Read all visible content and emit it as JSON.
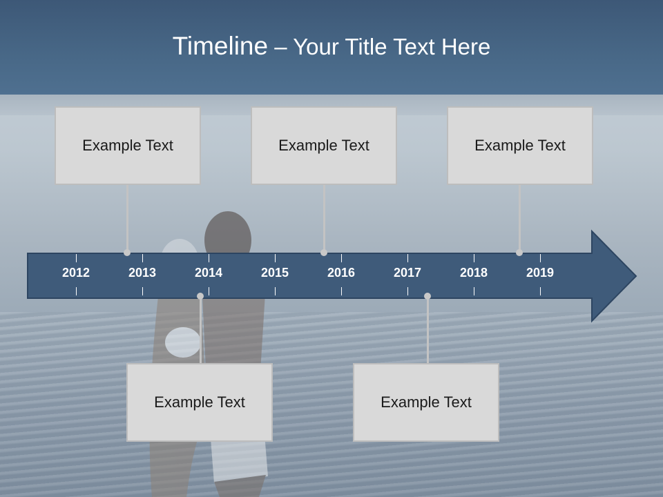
{
  "header": {
    "title_main": "Timeline",
    "title_rest": " – Your Title Text Here"
  },
  "timeline": {
    "years": [
      "2012",
      "2013",
      "2014",
      "2015",
      "2016",
      "2017",
      "2018",
      "2019"
    ]
  },
  "boxes": {
    "top": [
      "Example Text",
      "Example Text",
      "Example Text"
    ],
    "bottom": [
      "Example Text",
      "Example Text"
    ]
  },
  "colors": {
    "header": "#486887",
    "arrow": "#3f5b7a",
    "box": "#d9d9d9"
  }
}
